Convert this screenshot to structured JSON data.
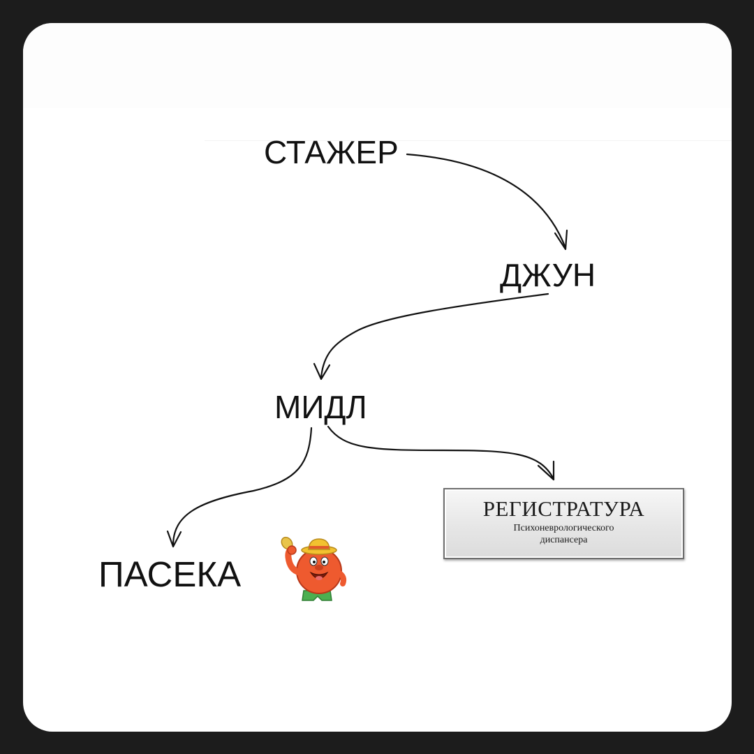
{
  "diagram": {
    "nodes": {
      "stazher": "СТАЖЕР",
      "dzhun": "ДЖУН",
      "midl": "МИДЛ",
      "paseka": "ПАСЕКА"
    },
    "edges": [
      {
        "from": "СТАЖЕР",
        "to": "ДЖУН"
      },
      {
        "from": "ДЖУН",
        "to": "МИДЛ"
      },
      {
        "from": "МИДЛ",
        "to": "ПАСЕКА"
      },
      {
        "from": "МИДЛ",
        "to": "РЕГИСТРАТУРА"
      }
    ],
    "sign": {
      "title": "РЕГИСТРАТУРА",
      "subtitle_line1": "Психоневрологического",
      "subtitle_line2": "диспансера"
    },
    "mascot_icon": "kopatych-smesharik-icon"
  },
  "colors": {
    "frame": "#1c1c1c",
    "card": "#ffffff",
    "ink": "#111111",
    "mascot": "#ee5a2f"
  }
}
